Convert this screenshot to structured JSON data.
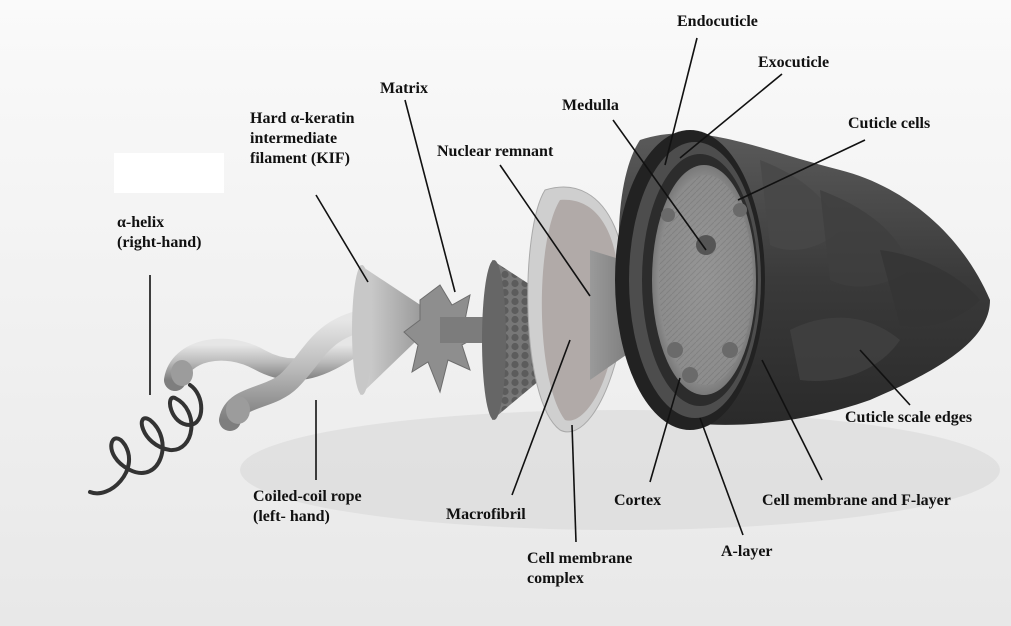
{
  "labels": {
    "alpha_helix": [
      "α-helix",
      "(right-hand)"
    ],
    "coiled_coil": [
      "Coiled-coil rope",
      "(left- hand)"
    ],
    "kif": [
      "Hard α-keratin",
      "intermediate",
      "filament (KIF)"
    ],
    "matrix": "Matrix",
    "nuclear_remnant": "Nuclear remnant",
    "medulla": "Medulla",
    "endocuticle": "Endocuticle",
    "exocuticle": "Exocuticle",
    "cuticle_cells": "Cuticle cells",
    "cuticle_scale_edges": "Cuticle scale edges",
    "cell_membrane_f_layer": "Cell membrane and F-layer",
    "a_layer": "A-layer",
    "cortex": "Cortex",
    "macrofibril": "Macrofibril",
    "cell_membrane_complex": [
      "Cell membrane",
      "complex"
    ]
  },
  "colors": {
    "background": "#f4f4f4",
    "label_text": "#111111",
    "leader_line": "#111111",
    "structure_dark": "#3a3a3a",
    "structure_light": "#bdbdbd"
  }
}
